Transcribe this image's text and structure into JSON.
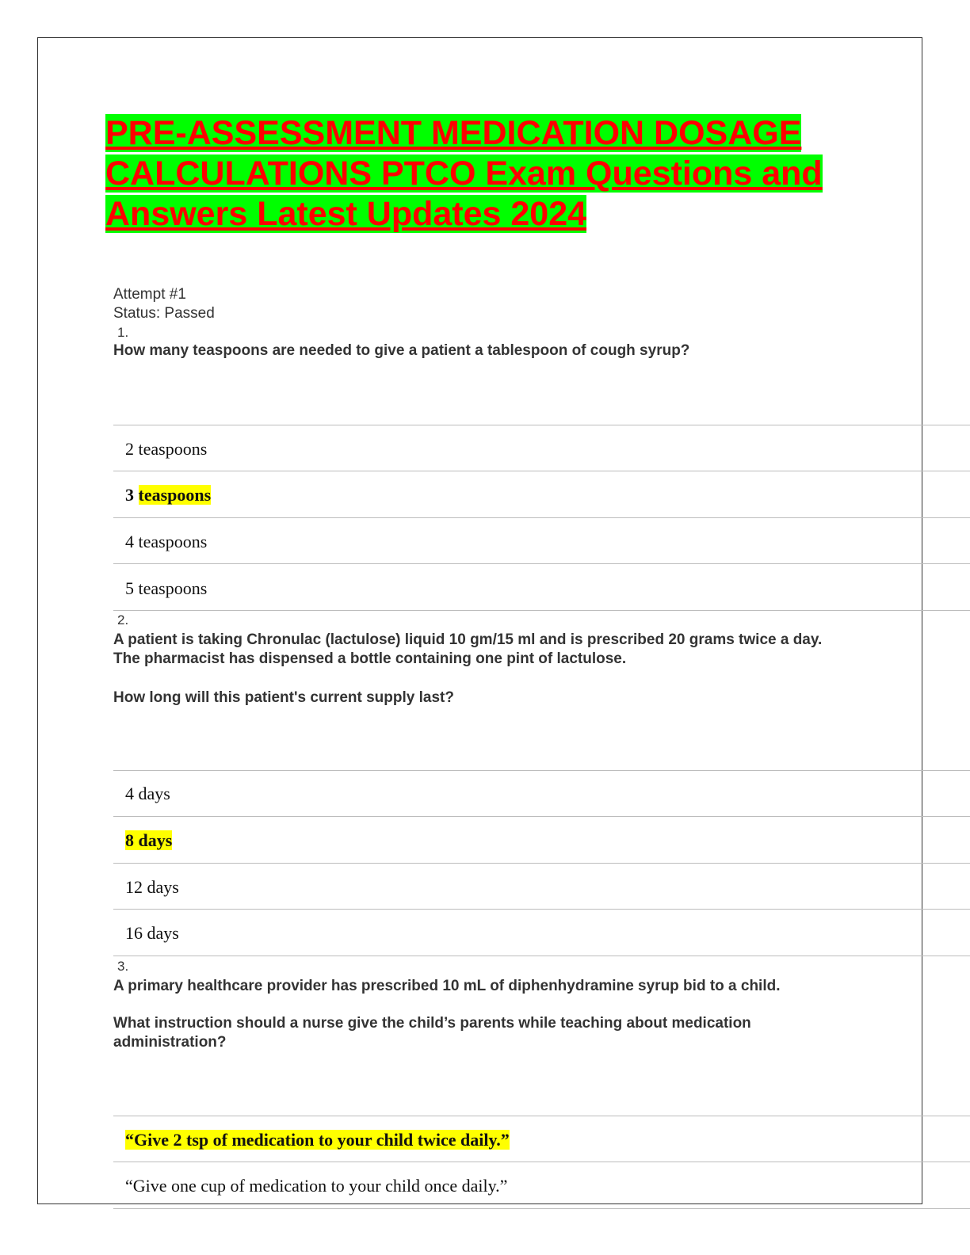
{
  "title": "PRE-ASSESSMENT MEDICATION DOSAGE CALCULATIONS PTCO Exam Questions and Answers Latest Updates 2024",
  "attempt": "Attempt #1",
  "status": "Status: Passed",
  "questions": [
    {
      "number": "1.",
      "text": "How many teaspoons are needed to give a patient a tablespoon of cough syrup?",
      "options": [
        {
          "num": "",
          "label": "2 teaspoons",
          "correct": false
        },
        {
          "num": "3",
          "label": "teaspoons",
          "correct": true
        },
        {
          "num": "",
          "label": "4 teaspoons",
          "correct": false
        },
        {
          "num": "",
          "label": "5 teaspoons",
          "correct": false
        }
      ]
    },
    {
      "number": "2.",
      "text_line1": "A patient is taking Chronulac (lactulose) liquid 10 gm/15 ml and is prescribed 20 grams twice a day. The pharmacist has dispensed a bottle containing one pint of lactulose.",
      "text_line2": "How long will this patient's current supply last?",
      "options": [
        {
          "label": "4 days",
          "correct": false
        },
        {
          "label": "8 days",
          "correct": true
        },
        {
          "label": "12 days",
          "correct": false
        },
        {
          "label": "16 days",
          "correct": false
        }
      ]
    },
    {
      "number": "3.",
      "text_line1": "A primary healthcare provider has prescribed 10 mL of diphenhydramine syrup bid to a child.",
      "text_line2": "What instruction should a nurse give the child’s parents while teaching about medication administration?",
      "options": [
        {
          "label": "“Give 2 tsp of medication to your child twice daily.”",
          "correct": true
        },
        {
          "label": "“Give one cup of medication to your child once daily.”",
          "correct": false
        }
      ]
    }
  ],
  "colors": {
    "title_text": "#ff0000",
    "title_highlight": "#00ff00",
    "answer_highlight": "#ffff00"
  }
}
